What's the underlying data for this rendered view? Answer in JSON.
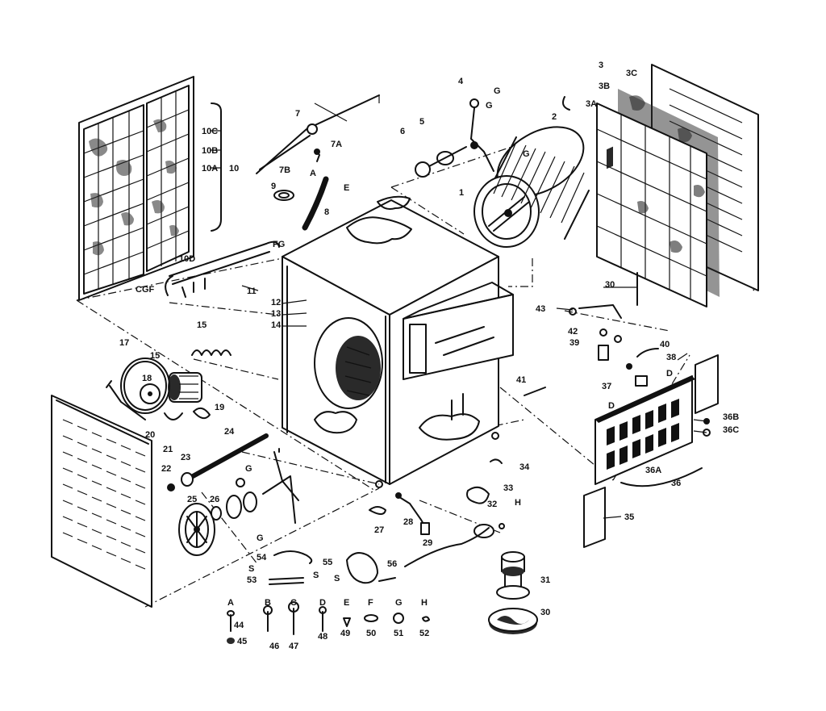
{
  "diagram": {
    "labels": {
      "l1": "1",
      "l2": "2",
      "l3": "3",
      "l3A": "3A",
      "l3B": "3B",
      "l3C": "3C",
      "l4": "4",
      "l5": "5",
      "l6": "6",
      "l7": "7",
      "l7A": "7A",
      "l7B": "7B",
      "l8": "8",
      "l9": "9",
      "l10": "10",
      "l10A": "10A",
      "l10B": "10B",
      "l10C": "10C",
      "l10D": "10D",
      "l11": "11",
      "l12": "12",
      "l13": "13",
      "l14": "14",
      "l15a": "15",
      "l15b": "15",
      "l17": "17",
      "l18": "18",
      "l19": "19",
      "l20": "20",
      "l21": "21",
      "l22": "22",
      "l23": "23",
      "l24": "24",
      "l25": "25",
      "l26": "26",
      "l27": "27",
      "l28": "28",
      "l29": "29",
      "l30a": "30",
      "l30b": "30",
      "l31": "31",
      "l32": "32",
      "l33": "33",
      "l34": "34",
      "l35": "35",
      "l36": "36",
      "l36A": "36A",
      "l36B": "36B",
      "l36C": "36C",
      "l37": "37",
      "l38": "38",
      "l39": "39",
      "l40": "40",
      "l41": "41",
      "l42": "42",
      "l43": "43",
      "l44": "44",
      "l45": "45",
      "l46": "46",
      "l47": "47",
      "l48": "48",
      "l49": "49",
      "l50": "50",
      "l51": "51",
      "l52": "52",
      "l53": "53",
      "l54": "54",
      "l55": "55",
      "l56": "56",
      "lA1": "A",
      "lA2": "A",
      "lB": "B",
      "lC": "C",
      "lD1": "D",
      "lD2": "D",
      "lD3": "D",
      "lE1": "E",
      "lE2": "E",
      "lF": "F",
      "lFG": "FG",
      "lCGF": "CGF",
      "lG1": "G",
      "lG2": "G",
      "lG3": "G",
      "lG4": "G",
      "lG5": "G",
      "lG6": "G",
      "lH1": "H",
      "lH2": "H",
      "lS1": "S",
      "lS2": "S",
      "lS3": "S"
    }
  }
}
